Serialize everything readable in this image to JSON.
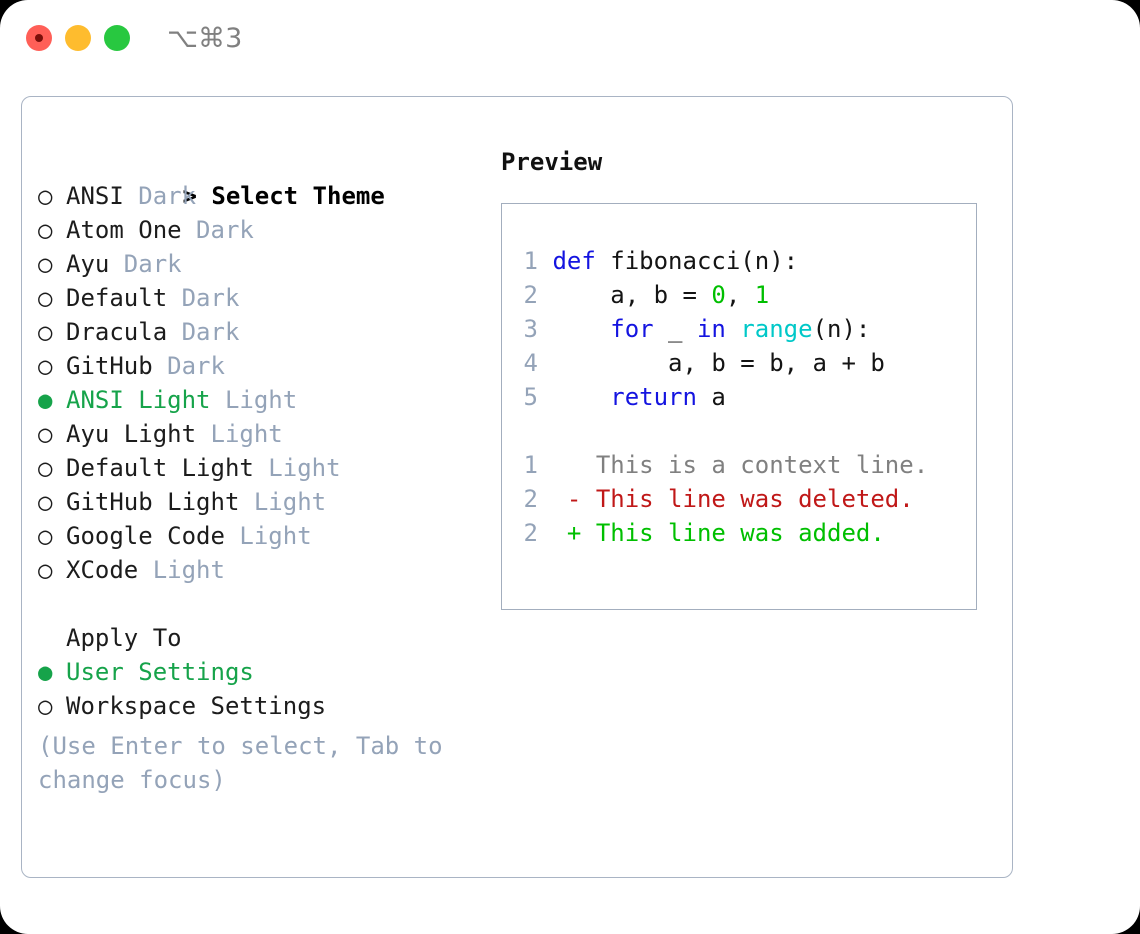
{
  "titlebar": {
    "shortcut": "⌥⌘3",
    "lights": [
      "close",
      "minimize",
      "maximize"
    ]
  },
  "theme_picker": {
    "header": "> Select Theme",
    "header_prompt": ">",
    "header_label": "Select Theme",
    "bullet_selected": "●",
    "bullet_unselected": "○",
    "selected_color": "#16a34a",
    "dim_color": "#94a3b8",
    "items": [
      {
        "name": "ANSI",
        "variant": "Dark",
        "selected": false
      },
      {
        "name": "Atom One",
        "variant": "Dark",
        "selected": false
      },
      {
        "name": "Ayu",
        "variant": "Dark",
        "selected": false
      },
      {
        "name": "Default",
        "variant": "Dark",
        "selected": false
      },
      {
        "name": "Dracula",
        "variant": "Dark",
        "selected": false
      },
      {
        "name": "GitHub",
        "variant": "Dark",
        "selected": false
      },
      {
        "name": "ANSI Light",
        "variant": "Light",
        "selected": true
      },
      {
        "name": "Ayu Light",
        "variant": "Light",
        "selected": false
      },
      {
        "name": "Default Light",
        "variant": "Light",
        "selected": false
      },
      {
        "name": "GitHub Light",
        "variant": "Light",
        "selected": false
      },
      {
        "name": "Google Code",
        "variant": "Light",
        "selected": false
      },
      {
        "name": "XCode",
        "variant": "Light",
        "selected": false
      }
    ]
  },
  "apply_to": {
    "header": "Apply To",
    "options": [
      {
        "label": "User Settings",
        "selected": true
      },
      {
        "label": "Workspace Settings",
        "selected": false
      }
    ]
  },
  "hint": "(Use Enter to select, Tab to change focus)",
  "preview": {
    "title": "Preview",
    "code_lines": [
      {
        "number": "1",
        "tokens": [
          {
            "text": "def ",
            "style": "kw"
          },
          {
            "text": "fibonacci(n):",
            "style": "plain"
          }
        ]
      },
      {
        "number": "2",
        "tokens": [
          {
            "text": "    a, b = ",
            "style": "plain"
          },
          {
            "text": "0",
            "style": "num"
          },
          {
            "text": ", ",
            "style": "plain"
          },
          {
            "text": "1",
            "style": "num"
          }
        ]
      },
      {
        "number": "3",
        "tokens": [
          {
            "text": "    ",
            "style": "plain"
          },
          {
            "text": "for",
            "style": "kw"
          },
          {
            "text": " _ ",
            "style": "plain"
          },
          {
            "text": "in",
            "style": "kw"
          },
          {
            "text": " ",
            "style": "plain"
          },
          {
            "text": "range",
            "style": "fn"
          },
          {
            "text": "(n):",
            "style": "plain"
          }
        ]
      },
      {
        "number": "4",
        "tokens": [
          {
            "text": "        a, b = b, a + b",
            "style": "plain"
          }
        ]
      },
      {
        "number": "5",
        "tokens": [
          {
            "text": "    ",
            "style": "plain"
          },
          {
            "text": "return",
            "style": "kw"
          },
          {
            "text": " a",
            "style": "plain"
          }
        ]
      }
    ],
    "diff_lines": [
      {
        "number": "1",
        "sign": " ",
        "text": "This is a context line.",
        "style": "ctx"
      },
      {
        "number": "2",
        "sign": "-",
        "text": "This line was deleted.",
        "style": "del"
      },
      {
        "number": "2",
        "sign": "+",
        "text": "This line was added.",
        "style": "add"
      }
    ]
  },
  "colors": {
    "keyword": "#1414e0",
    "function": "#00c8c8",
    "number": "#00bf00",
    "added": "#00bf00",
    "deleted": "#c01818",
    "context": "#808080",
    "accent_green": "#16a34a",
    "muted": "#94a3b8",
    "panel_border": "#a9b4c4",
    "preview_border": "#a3aebe"
  }
}
